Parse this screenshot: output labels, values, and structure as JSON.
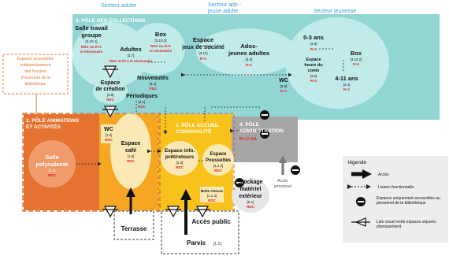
{
  "headers": {
    "adult": "Secteur adulte",
    "teen_line1": "Secteur ado -",
    "teen_line2": "jeune adulte",
    "youth": "Secteur jeunesse"
  },
  "note": {
    "lines": [
      "Espaces accessibles",
      "indépendamment",
      "des horaires",
      "d'ouverture de la",
      "bibliothèque"
    ]
  },
  "poles": {
    "p3": "3. PÔLE DES COLLECTIONS",
    "p2_line1": "2. PÔLE ANIMATIONS",
    "p2_line2": "ET ACTIVITÉS",
    "p1_line1": "1. PÔLE ACCUEIL",
    "p1_line2": "CONVIVIALITÉ",
    "p4_line1": "4. PÔLE",
    "p4_line2": "ADMINISTRATION",
    "p4_floor": "R+1/+1A"
  },
  "rooms": {
    "salle_travail": {
      "l1": "Salle travail",
      "l2": "groupe",
      "code": "[3.10.1]",
      "floor1": "RDC ou R+1",
      "floor2": "si nécessaire"
    },
    "adultes": {
      "name": "Adultes",
      "code": "[3.7]",
      "floor": "RDC et R+1 si nécessaire"
    },
    "box_adult": {
      "name": "Box",
      "code": "[3.10.2]",
      "floor1": "RDC ou R+1",
      "floor2": "si nécessaire"
    },
    "jeux": {
      "l1": "Espace",
      "l2": "jeux de société",
      "code": "[3.11]",
      "floor": "R+1"
    },
    "ados": {
      "l1": "Ados-",
      "l2": "jeunes adultes",
      "code": "[3.6]",
      "floor": "R+1"
    },
    "zero3": {
      "name": "0-3 ans",
      "code": "[3.3]",
      "floor": "R+1"
    },
    "heure_conte": {
      "l1": "Espace",
      "l2": "heure du",
      "l3": "conte",
      "code": "[3.5]",
      "floor": "R+1"
    },
    "box_youth": {
      "name": "Box",
      "code": "[3.10.2]",
      "floor": "R+1"
    },
    "ans411": {
      "name": "4-11 ans",
      "code": "[3.4]",
      "floor": "R+1"
    },
    "wc_collections": {
      "name": "WC",
      "code": "[3.9]",
      "floor": "R+1"
    },
    "creation": {
      "l1": "Espace",
      "l2": "de création",
      "code": "[3.8]",
      "floor": "RDC"
    },
    "nouveautes": {
      "name": "Nouveautés",
      "code": "[3.2]",
      "floor": "?/DC"
    },
    "periodiques": {
      "name": "Périodiques",
      "code": "[3.1]",
      "floor": "RDC"
    },
    "salle_poly": {
      "l1": "Salle",
      "l2": "polyvalente",
      "code": "[2.1]",
      "floor": "RDC"
    },
    "wc_anim": {
      "name": "WC",
      "code": "[1.5]",
      "floor": "RDC"
    },
    "cafe": {
      "l1": "Espace",
      "l2": "café",
      "code": "[1.6]",
      "floor": "RDC"
    },
    "info": {
      "l1": "Espace info.",
      "l2": "prêt/retours",
      "code": "[1.3]",
      "floor": "RDC"
    },
    "poussettes": {
      "l1": "Espace",
      "l2": "Poussettes",
      "code": "[1.2.2]",
      "floor": "RDC"
    },
    "boite_retours": {
      "name": "Boîte retours",
      "code": "[1.1.4]",
      "floor": "RDC"
    },
    "stockage": {
      "l1": "Stockage",
      "l2": "matériel",
      "l3": "extérieur",
      "code": "[5.1]",
      "floor": "RDC"
    }
  },
  "outside": {
    "terrasse": "Terrasse",
    "acces_public": "Accès public",
    "parvis": "Parvis",
    "parvis_code": "[1.1]",
    "acces_personnel_1": "Accès",
    "acces_personnel_2": "personnel"
  },
  "legend": {
    "title": "légende",
    "items": [
      {
        "icon": "thick-arrow-icon",
        "label": "Accès"
      },
      {
        "icon": "dashed-double-arrow-icon",
        "label": "Liaison fonctionnelle"
      },
      {
        "icon": "minus-circle-icon",
        "label": "Espaces uniquement accessibles au personnel de la bibliothèque"
      },
      {
        "icon": "eye-link-icon",
        "label": "Lien visuel entre espaces séparés physiquement"
      }
    ]
  },
  "colors": {
    "teal": "#92d6d3",
    "teal_ellipse": "#c0ebe9",
    "orange_dark": "#e47331",
    "orange_mid": "#f5a623",
    "yellow": "#f7c21a",
    "cream": "#fae9b4",
    "gray": "#a6a6a6",
    "red_text": "#e02020",
    "white": "#ffffff"
  }
}
